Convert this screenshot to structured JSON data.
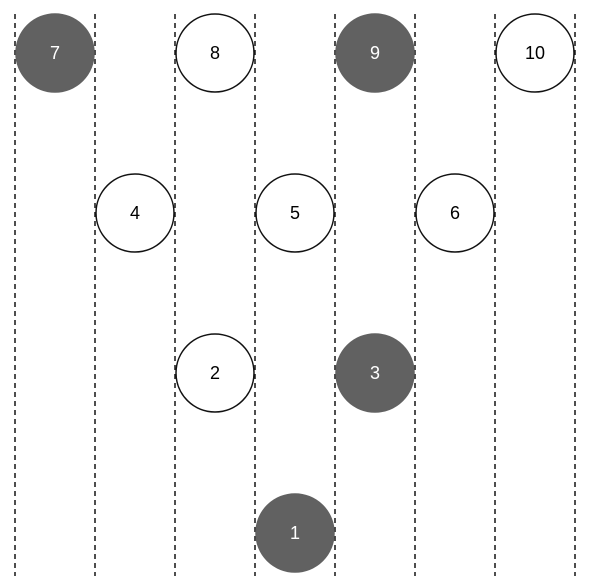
{
  "colors": {
    "filled_node": "#616161",
    "outline_node_fill": "#ffffff",
    "node_stroke": "#111111",
    "filled_label": "#ffffff",
    "outline_label": "#000000"
  },
  "nodes": [
    {
      "label": "7",
      "filled": true
    },
    {
      "label": "8",
      "filled": false
    },
    {
      "label": "9",
      "filled": true
    },
    {
      "label": "10",
      "filled": false
    },
    {
      "label": "4",
      "filled": false
    },
    {
      "label": "5",
      "filled": false
    },
    {
      "label": "6",
      "filled": false
    },
    {
      "label": "2",
      "filled": false
    },
    {
      "label": "3",
      "filled": true
    },
    {
      "label": "1",
      "filled": true
    }
  ]
}
